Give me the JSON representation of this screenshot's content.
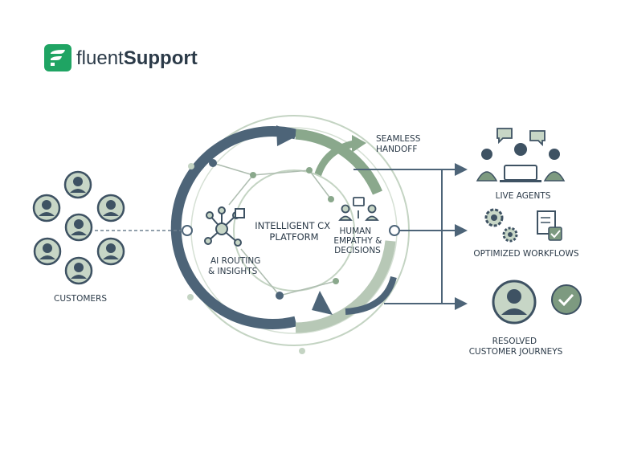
{
  "brand": {
    "name_part1": "fluent",
    "name_part2": "Support",
    "logo_icon": "fluent-logo-icon",
    "brand_color": "#1fa463"
  },
  "colors": {
    "navy": "#4d6478",
    "sage": "#8aa88c",
    "sage_light": "#c4d4c3",
    "ink": "#2b3a48"
  },
  "labels": {
    "customers": "CUSTOMERS",
    "platform_line1": "INTELLIGENT CX",
    "platform_line2": "PLATFORM",
    "ai_line1": "AI ROUTING",
    "ai_line2": "& INSIGHTS",
    "human_line1": "HUMAN",
    "human_line2": "EMPATHY &",
    "human_line3": "DECISIONS",
    "handoff_line1": "SEAMLESS",
    "handoff_line2": "HANDOFF",
    "live_agents": "LIVE AGENTS",
    "workflows": "OPTIMIZED WORKFLOWS",
    "resolved_line1": "RESOLVED",
    "resolved_line2": "CUSTOMER JOURNEYS"
  },
  "icons": {
    "customers": "person-avatar-icon",
    "ai": "network-hub-icon",
    "human": "people-with-chat-icon",
    "agents": "agents-at-laptop-icon",
    "workflows": "gears-checklist-icon",
    "resolved": "user-check-icon"
  }
}
